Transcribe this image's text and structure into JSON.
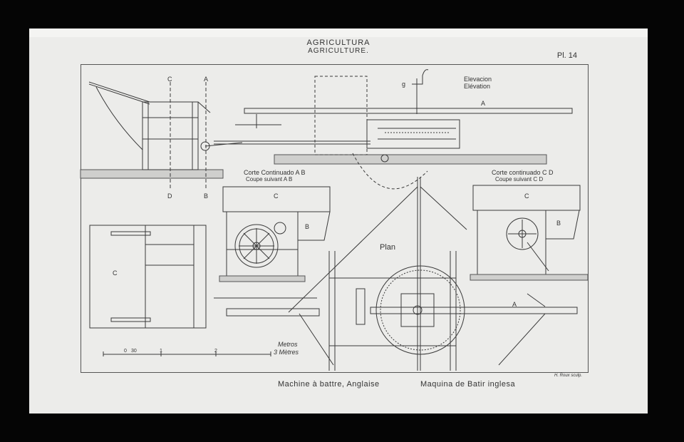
{
  "header": {
    "title_es": "AGRICULTURA",
    "title_fr": "AGRICULTURE."
  },
  "plate_number": "Pl. 14",
  "views": {
    "elevation_es": "Elevacion",
    "elevation_fr": "Elévation",
    "section_ab_es": "Corte Continuado A B",
    "section_ab_fr": "Coupe suivant A B",
    "section_cd_es": "Corte continuado C D",
    "section_cd_fr": "Coupe suivant C D",
    "plan": "Plan"
  },
  "section_markers": [
    "C",
    "A",
    "D",
    "B"
  ],
  "part_letters": {
    "a": "A",
    "b": "B",
    "c": "C",
    "g": "g"
  },
  "scale": {
    "title": "Metros",
    "end_label": "3 Mètres",
    "ticks": [
      "0",
      "30",
      "1",
      "2"
    ]
  },
  "captions": {
    "fr": "Machine à battre, Anglaise",
    "es": "Maquina de Batir inglesa"
  },
  "engraver": "H. Roux sculp."
}
